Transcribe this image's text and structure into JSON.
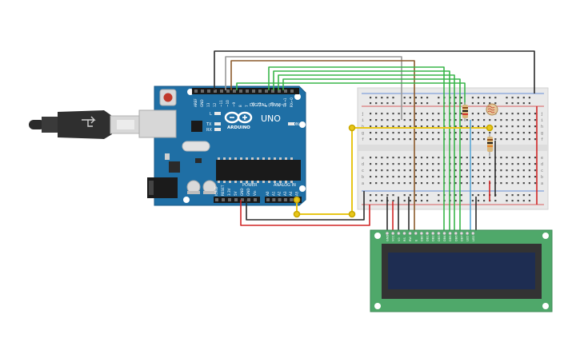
{
  "arduino": {
    "brand": "ARDUINO",
    "model": "UNO",
    "digital_header": "DIGITAL (PWM~)",
    "power_header": "POWER",
    "analog_header": "ANALOG IN",
    "top_pins": [
      "AREF",
      "GND",
      "13",
      "12",
      "~11",
      "~10",
      "~9",
      "8",
      "7",
      "~6",
      "~5",
      "4",
      "~3",
      "2",
      "TX→1",
      "RX←0"
    ],
    "power_pins": [
      "IOREF",
      "RESET",
      "3.3V",
      "5V",
      "GND",
      "GND",
      "Vin"
    ],
    "analog_pins": [
      "A0",
      "A1",
      "A2",
      "A3",
      "A4",
      "A5"
    ],
    "led_labels": [
      "L",
      "TX",
      "RX"
    ],
    "on_label": "ON",
    "board_color": "#1f6fa5"
  },
  "breadboard": {
    "row_letters_top": [
      "j",
      "i",
      "h",
      "g",
      "f"
    ],
    "row_letters_bottom": [
      "e",
      "d",
      "c",
      "b",
      "a"
    ]
  },
  "lcd": {
    "pin_labels": [
      "GND",
      "VCC",
      "V0",
      "RS",
      "RW",
      "E",
      "DB0",
      "DB1",
      "DB2",
      "DB3",
      "DB4",
      "DB5",
      "DB6",
      "DB7",
      "LED",
      "LED"
    ],
    "pcb_color": "#4fa86a",
    "screen_color": "#1e2d52"
  },
  "wire_colors": {
    "black": "#2b2b2b",
    "red": "#d02525",
    "yellow": "#e8c619",
    "green": "#39b54a",
    "brown": "#8b5a2b",
    "grey": "#999999",
    "blue": "#5aa7d6"
  },
  "components": {
    "resistor_label": "resistor",
    "photoresistor_label": "photoresistor"
  }
}
